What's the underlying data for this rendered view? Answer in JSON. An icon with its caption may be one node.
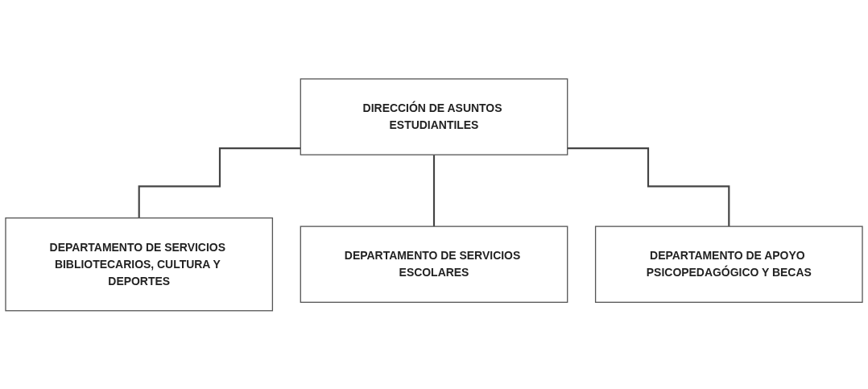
{
  "diagram": {
    "nodes": [
      {
        "text": [
          "DIRECCIÓN DE ASUNTOS ESTUDIANTILES"
        ]
      },
      {
        "text": [
          "DEPARTAMENTO DE SERVICIOS BIBLIOTECARIOS, CULTURA Y DEPORTES"
        ]
      },
      {
        "text": [
          "DEPARTAMENTO DE SERVICIOS ESCOLARES"
        ]
      },
      {
        "text": [
          "DEPARTAMENTO DE APOYO PSICOPEDAGÓGICO Y BECAS"
        ]
      }
    ],
    "edges": [
      {
        "from": 0,
        "to": 1,
        "arrow": "none"
      },
      {
        "from": 0,
        "to": 2,
        "arrow": "none"
      },
      {
        "from": 0,
        "to": 3,
        "arrow": "none"
      }
    ]
  }
}
